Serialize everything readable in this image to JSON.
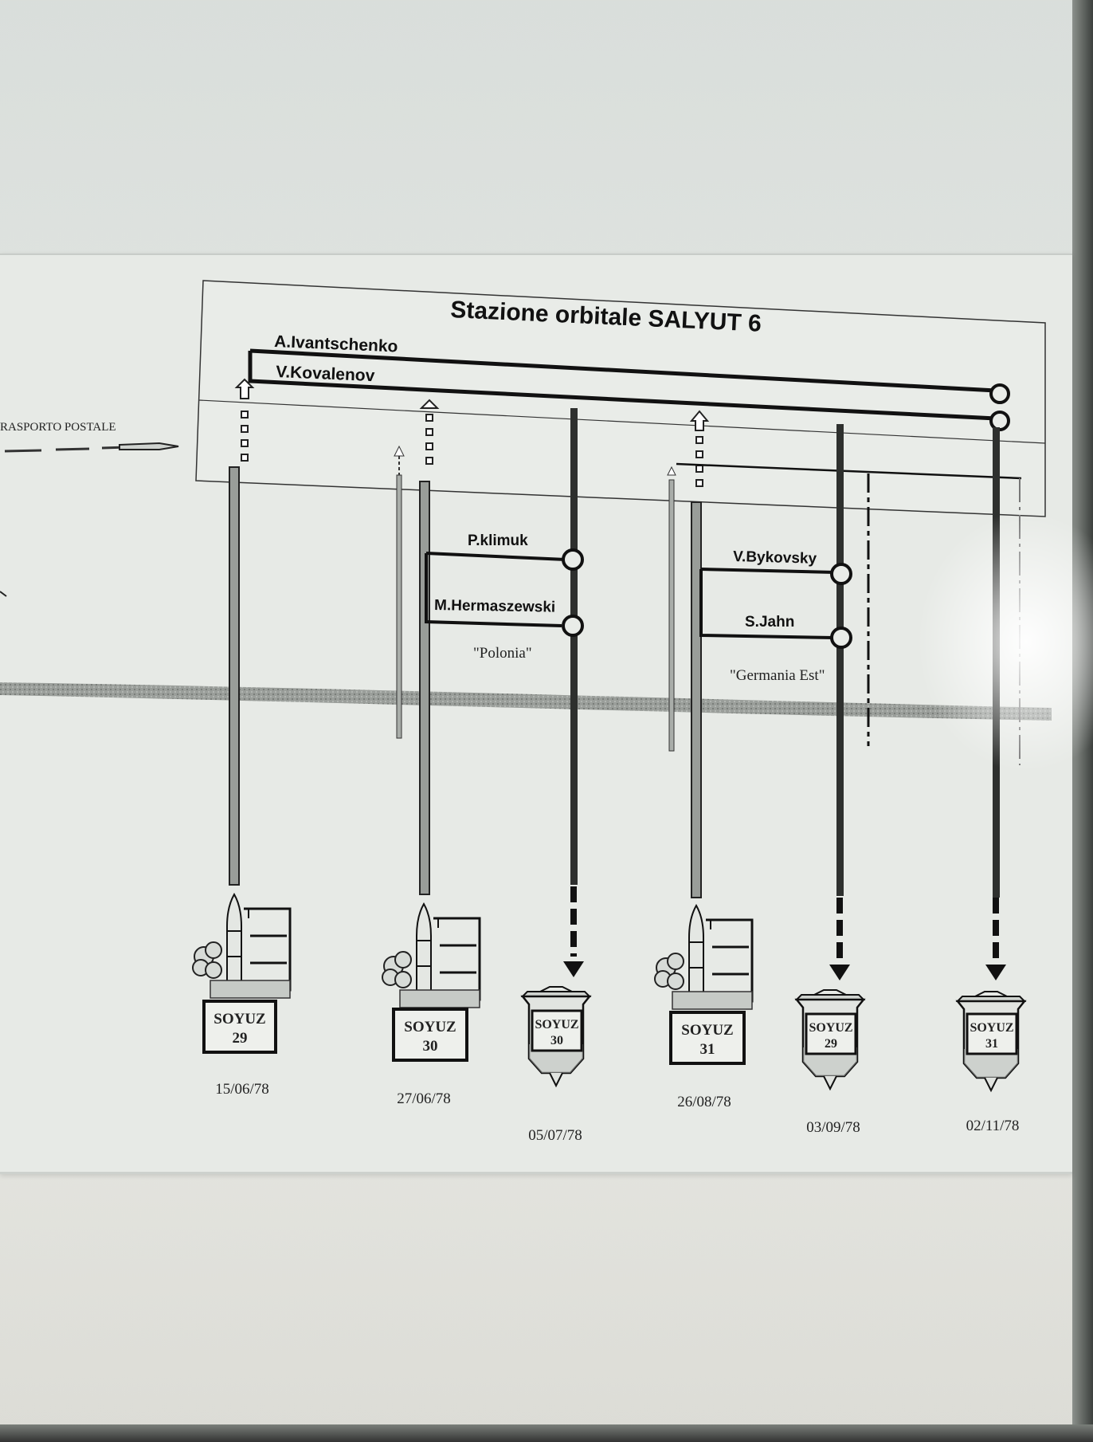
{
  "diagram": {
    "title": "Stazione orbitale SALYUT 6",
    "mail_label": "RASPORTO POSTALE",
    "station_crew": [
      "A.Ivantschenko",
      "V.Kovalenov"
    ],
    "polish_crew": [
      "P.klimuk",
      "M.Hermaszewski"
    ],
    "polish_country": "\"Polonia\"",
    "german_crew": [
      "V.Bykovsky",
      "S.Jahn"
    ],
    "german_country": "\"Germania Est\"",
    "vehicles": [
      {
        "word": "SOYUZ",
        "num": "29",
        "date": "15/06/78",
        "kind": "launch"
      },
      {
        "word": "SOYUZ",
        "num": "30",
        "date": "27/06/78",
        "kind": "launch"
      },
      {
        "word": "SOYUZ",
        "num": "30",
        "date": "05/07/78",
        "kind": "landing"
      },
      {
        "word": "SOYUZ",
        "num": "31",
        "date": "26/08/78",
        "kind": "launch"
      },
      {
        "word": "SOYUZ",
        "num": "29",
        "date": "03/09/78",
        "kind": "landing"
      },
      {
        "word": "SOYUZ",
        "num": "31",
        "date": "02/11/78",
        "kind": "landing"
      }
    ]
  }
}
